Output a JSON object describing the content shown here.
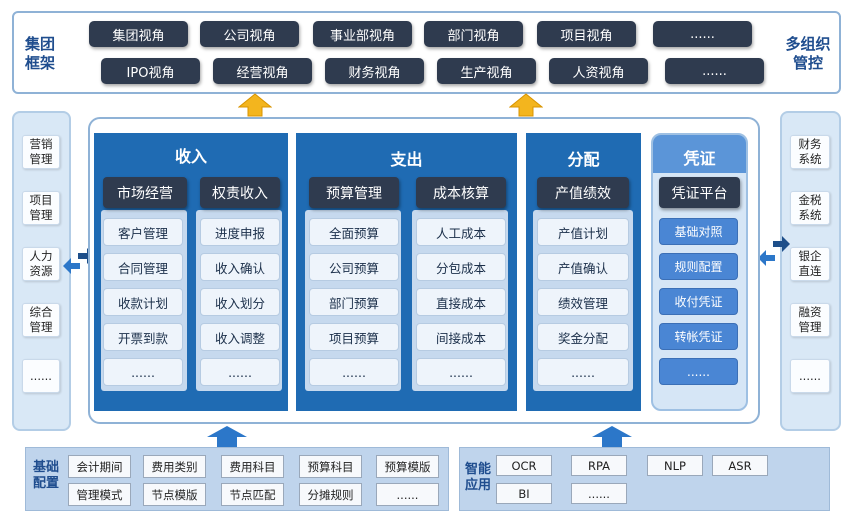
{
  "top": {
    "left_label": "集团\n框架",
    "right_label": "多组织\n管控",
    "row1": [
      "集团视角",
      "公司视角",
      "事业部视角",
      "部门视角",
      "项目视角",
      "......"
    ],
    "row2": [
      "IPO视角",
      "经营视角",
      "财务视角",
      "生产视角",
      "人资视角",
      "......"
    ]
  },
  "left_panel": [
    "营销\n管理",
    "项目\n管理",
    "人力\n资源",
    "综合\n管理",
    "......"
  ],
  "right_panel": [
    "财务\n系统",
    "金税\n系统",
    "银企\n直连",
    "融资\n管理",
    "......"
  ],
  "columns": {
    "income": {
      "title": "收入",
      "groups": [
        {
          "title": "市场经营",
          "items": [
            "客户管理",
            "合同管理",
            "收款计划",
            "开票到款",
            "......"
          ]
        },
        {
          "title": "权责收入",
          "items": [
            "进度申报",
            "收入确认",
            "收入划分",
            "收入调整",
            "......"
          ]
        }
      ]
    },
    "expense": {
      "title": "支出",
      "groups": [
        {
          "title": "预算管理",
          "items": [
            "全面预算",
            "公司预算",
            "部门预算",
            "项目预算",
            "......"
          ]
        },
        {
          "title": "成本核算",
          "items": [
            "人工成本",
            "分包成本",
            "直接成本",
            "间接成本",
            "......"
          ]
        }
      ]
    },
    "distribution": {
      "title": "分配",
      "groups": [
        {
          "title": "产值绩效",
          "items": [
            "产值计划",
            "产值确认",
            "绩效管理",
            "奖金分配",
            "......"
          ]
        }
      ]
    },
    "voucher": {
      "title": "凭证",
      "groups": [
        {
          "title": "凭证平台",
          "items": [
            "基础对照",
            "规则配置",
            "收付凭证",
            "转帐凭证",
            "......"
          ]
        }
      ]
    }
  },
  "bottom_left": {
    "label": "基础\n配置",
    "row1": [
      "会计期间",
      "费用类别",
      "费用科目",
      "预算科目",
      "预算模版"
    ],
    "row2": [
      "管理模式",
      "节点模版",
      "节点匹配",
      "分摊规则",
      "......"
    ]
  },
  "bottom_right": {
    "label": "智能\n应用",
    "row1": [
      "OCR",
      "RPA",
      "NLP",
      "ASR"
    ],
    "row2": [
      "BI",
      "......"
    ]
  },
  "colors": {
    "dark": "#2f3b4f",
    "blue": "#1f6bb3",
    "arrow_yellow": "#f3b51e",
    "arrow_blue": "#2c77c9"
  }
}
